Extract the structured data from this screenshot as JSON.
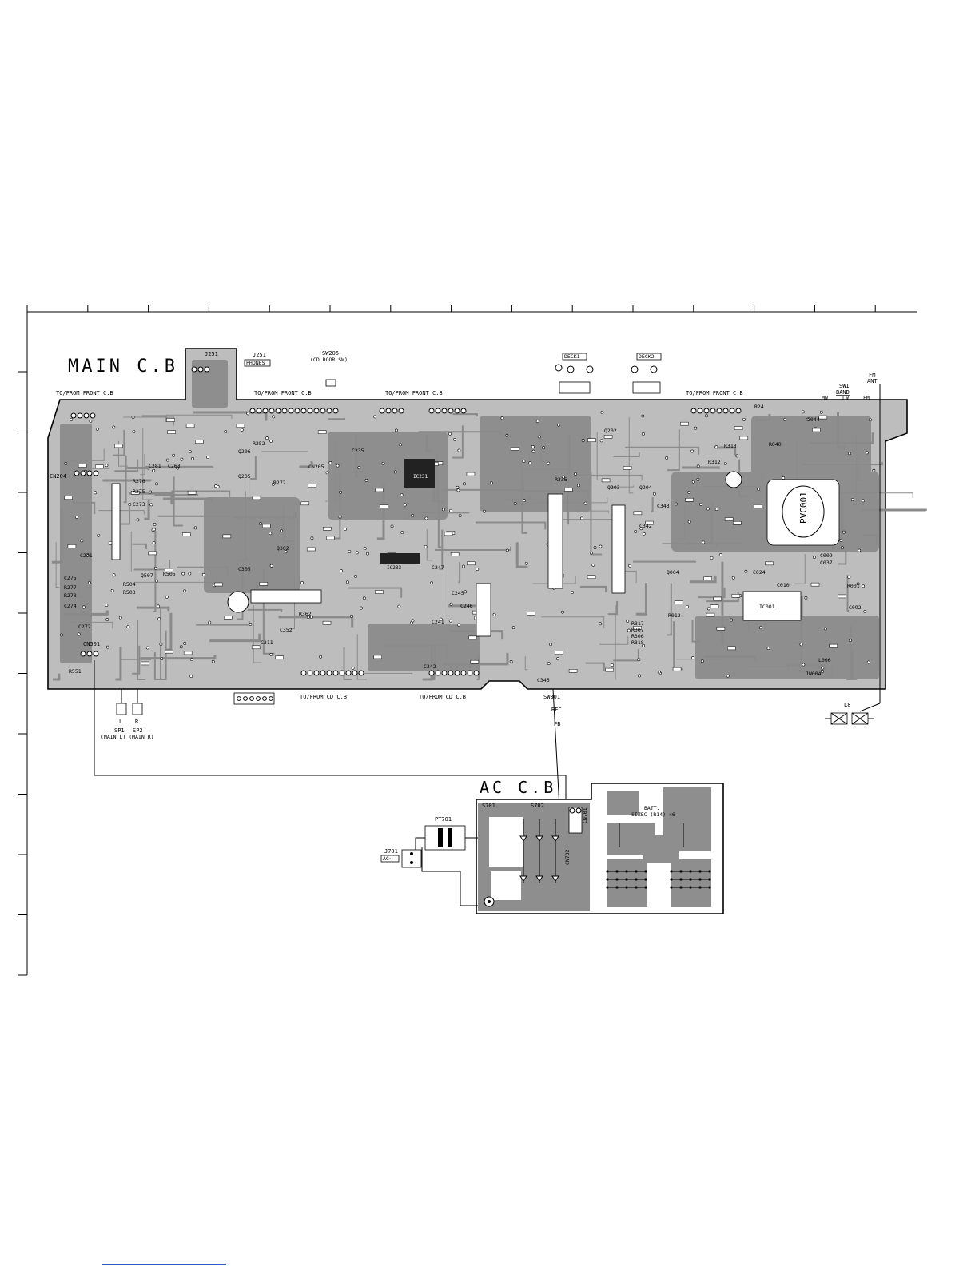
{
  "main_board": {
    "title": "MAIN C.B",
    "to_from_labels": [
      "TO/FROM FRONT C.B",
      "TO/FROM FRONT C.B",
      "TO/FROM FRONT C.B",
      "TO/FROM FRONT C.B"
    ],
    "to_from_cd_labels": [
      "TO/FROM CD C.B",
      "TO/FROM CD C.B"
    ]
  },
  "connectors": {
    "j251": "J251",
    "phones": "PHONES",
    "sw205": "SW205",
    "sw205_desc": "(CD DOOR SW)",
    "deck1": "DECK1",
    "deck2": "DECK2",
    "fm_ant": "FM",
    "fm_ant2": "ANT",
    "sw1": "SW1",
    "band": "BAND",
    "mw": "MW",
    "lw": "LW",
    "fm": "FM",
    "cn204": "CN204",
    "cn501": "CN501",
    "r551": "R551",
    "sw301": "SW301",
    "rec": "REC",
    "pb": "PB",
    "c346": "C346",
    "l8": "L8",
    "sp1_l": "L",
    "sp2_r": "R",
    "sp1": "SP1",
    "sp2": "SP2",
    "sp_desc": "(MAIN L) (MAIN R)",
    "pvc": "PVC001",
    "ic233": "IC233",
    "ic231": "IC231",
    "ic001": "IC001"
  },
  "ac_board": {
    "title": "AC C.B",
    "pt701": "PT701",
    "j701": "J701",
    "ac": "AC~",
    "s701": "S701",
    "s702": "S702",
    "cn701": "CN701",
    "cn702": "CN702",
    "batt": "BATT.",
    "batt_size": "SIZEC (R14) ×6"
  },
  "parts_left": [
    "C281",
    "C263",
    "R276",
    "R275",
    "C273",
    "C271",
    "C275",
    "R277",
    "R278",
    "C274",
    "C272",
    "R504",
    "R503",
    "Q507",
    "R505"
  ],
  "parts_mid": [
    "R252",
    "Q206",
    "Q205",
    "R272",
    "CN205",
    "Q302",
    "C305",
    "R362",
    "C352",
    "C311",
    "C241",
    "C247",
    "C245",
    "C246",
    "C342",
    "C235"
  ],
  "parts_right": [
    "Q202",
    "Q203",
    "Q204",
    "R336",
    "R317",
    "R307",
    "R306",
    "R318",
    "C009",
    "C037",
    "Q004",
    "R012",
    "C024",
    "C010",
    "R001",
    "C092",
    "L006",
    "JW004",
    "R040",
    "C044",
    "R24",
    "R312",
    "R313",
    "C343",
    "C342"
  ]
}
